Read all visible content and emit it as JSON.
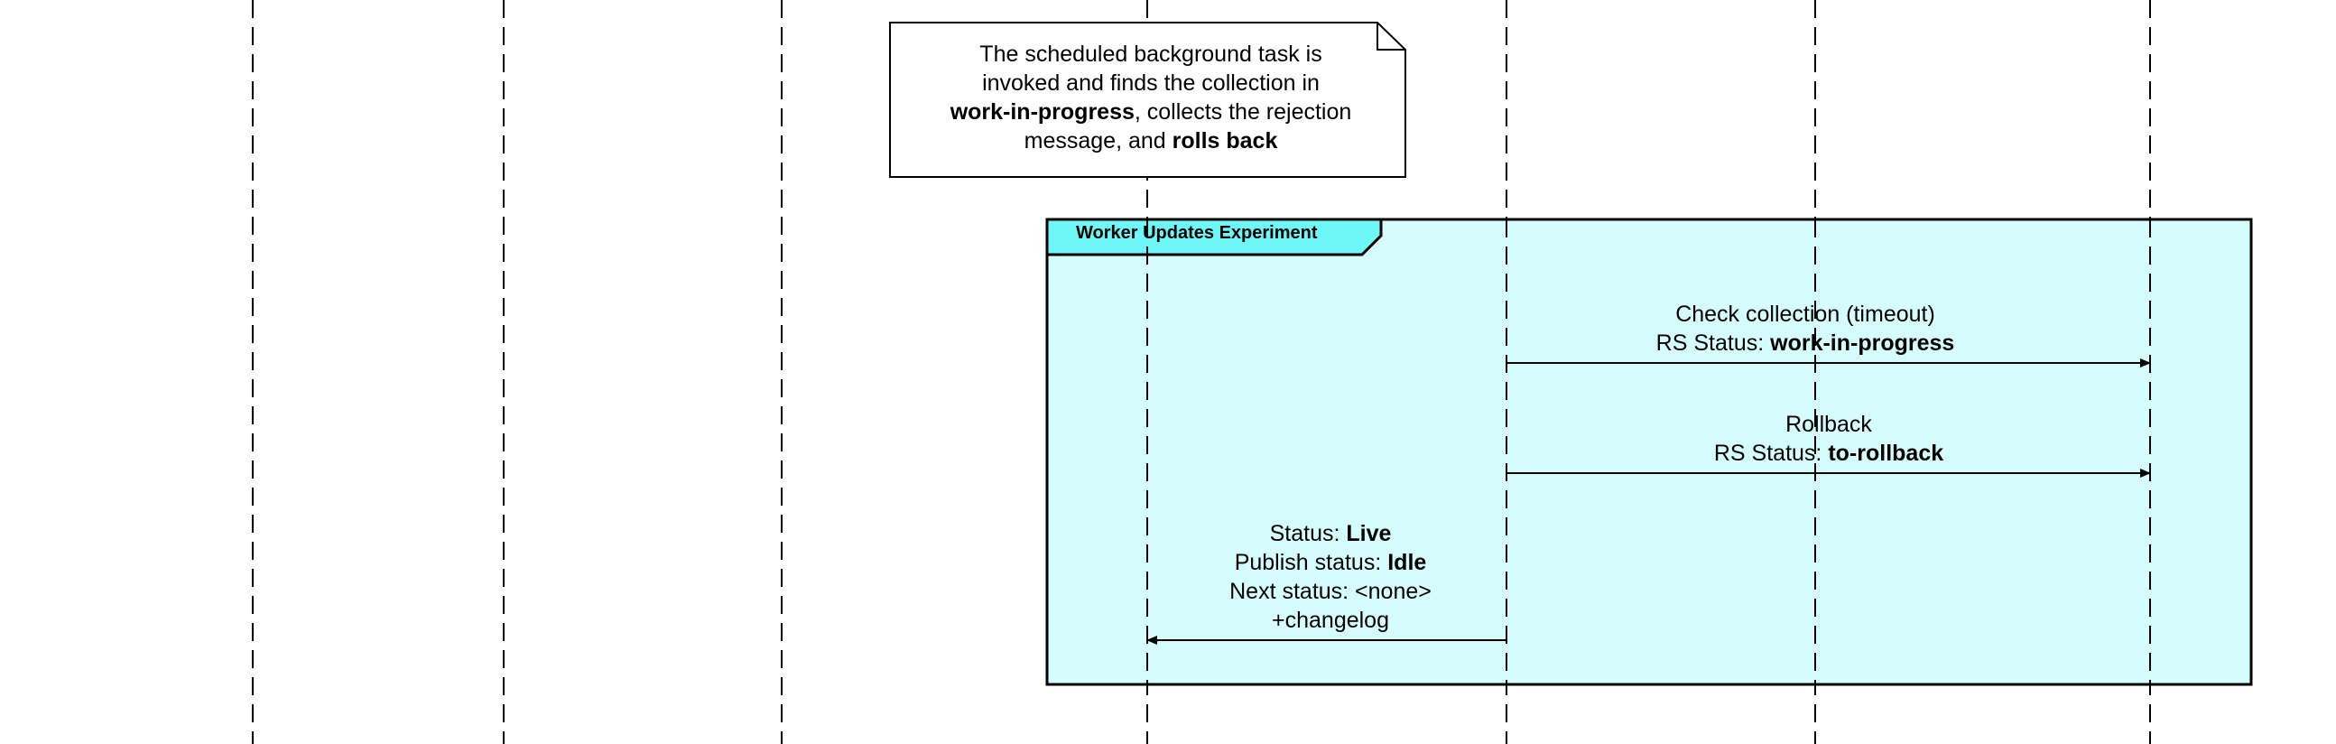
{
  "note": {
    "line1": "The scheduled background task is",
    "line2": "invoked and finds the collection in",
    "line3_bold": "work-in-progress",
    "line3_rest": ", collects the rejection",
    "line4_pre": "message, and ",
    "line4_bold": "rolls back"
  },
  "frame": {
    "title": "Worker Updates Experiment",
    "fill": "#d6fdfd",
    "tab_fill": "#6ef7f7"
  },
  "messages": [
    {
      "id": "check",
      "line1": "Check collection (timeout)",
      "line2_pre": "RS Status: ",
      "line2_bold": "work-in-progress"
    },
    {
      "id": "rollback",
      "line1": "Rollback",
      "line2_pre": "RS Status: ",
      "line2_bold": "to-rollback"
    },
    {
      "id": "status",
      "line1_pre": "Status: ",
      "line1_bold": "Live",
      "line2_pre": "Publish status: ",
      "line2_bold": "Idle",
      "line3": "Next status: <none>",
      "line4": "+changelog"
    }
  ]
}
